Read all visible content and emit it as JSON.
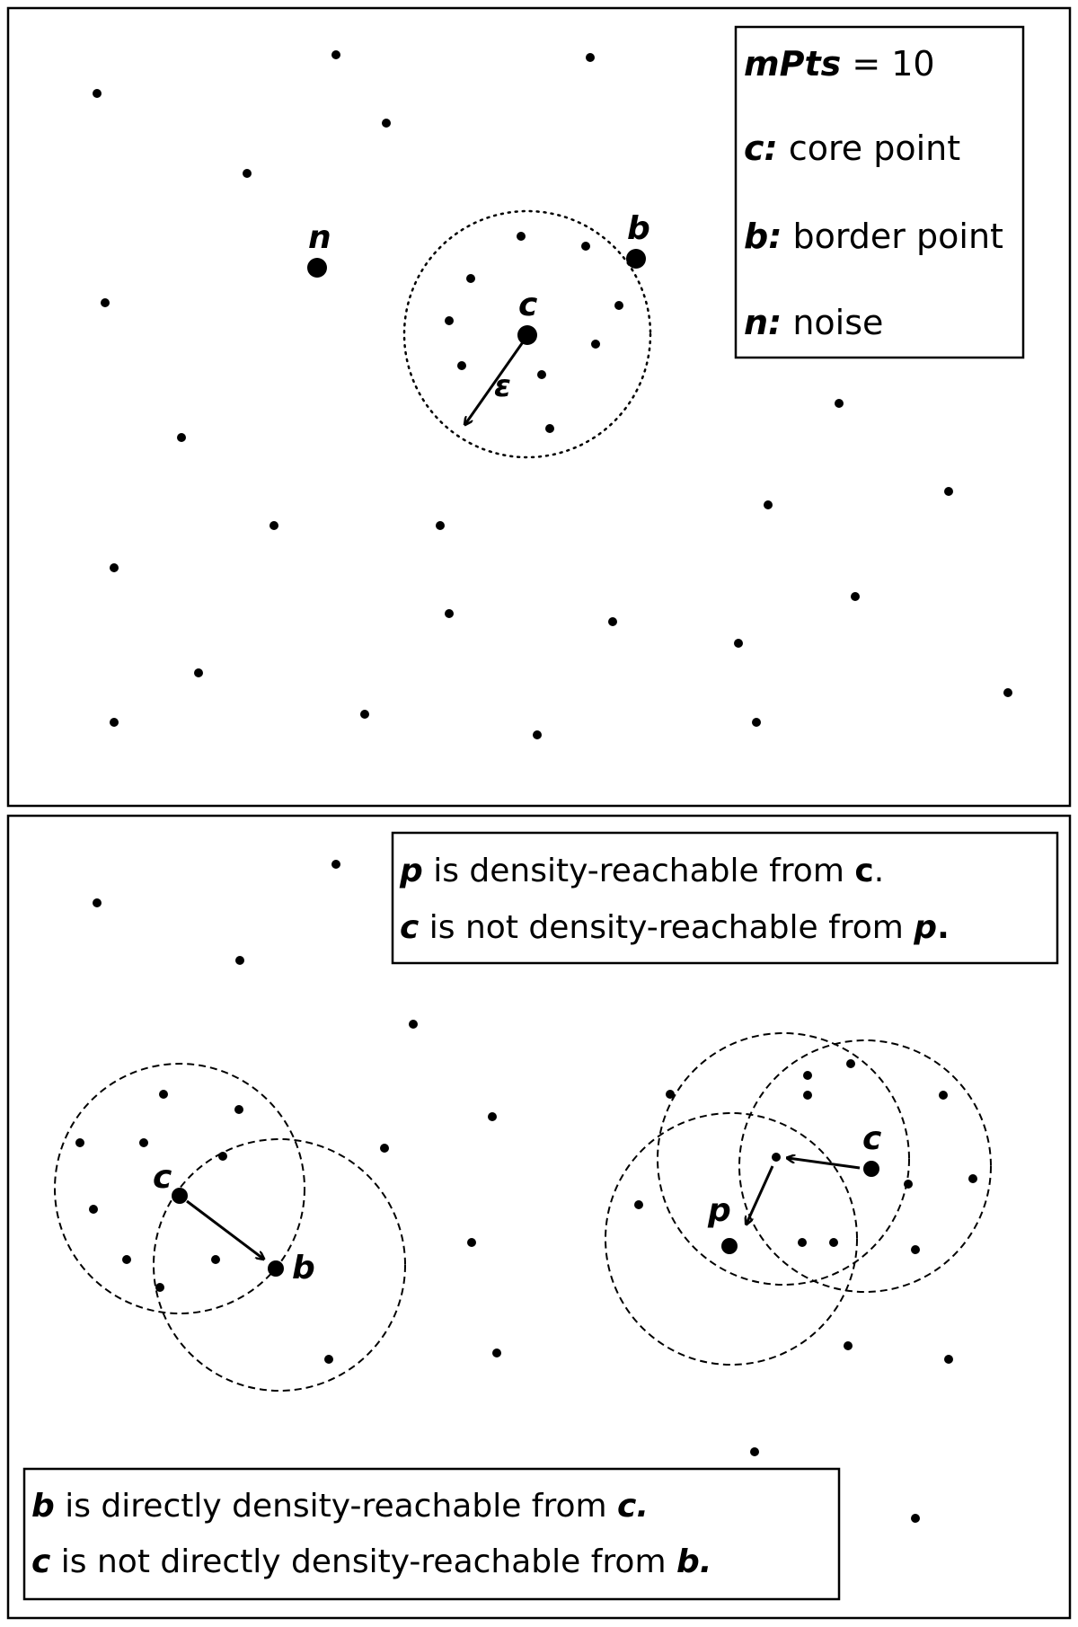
{
  "top_panel": {
    "legend": {
      "mpts_symbol": "mPts",
      "mpts_value": " = 10",
      "core_symbol": "c:",
      "core_text": " core point",
      "border_symbol": "b:",
      "border_text": " border point",
      "noise_symbol": "n:",
      "noise_text": " noise"
    },
    "labels": {
      "noise": "n",
      "border": "b",
      "core": "c",
      "epsilon": "ε"
    }
  },
  "bottom_panel": {
    "statement_density": {
      "line1_p": "p",
      "line1_text": " is density-reachable from ",
      "line1_c": "c",
      "line1_end": ".",
      "line2_c": "c",
      "line2_text": " is not density-reachable from ",
      "line2_p": "p",
      "line2_end": "."
    },
    "statement_direct": {
      "line1_b": "b",
      "line1_text": " is directly density-reachable from ",
      "line1_c": "c",
      "line1_end": ".",
      "line2_c": "c",
      "line2_text": " is not directly density-reachable from ",
      "line2_b": "b",
      "line2_end": "."
    },
    "labels": {
      "left_core": "c",
      "left_border": "b",
      "right_core": "c",
      "right_p": "p"
    }
  }
}
